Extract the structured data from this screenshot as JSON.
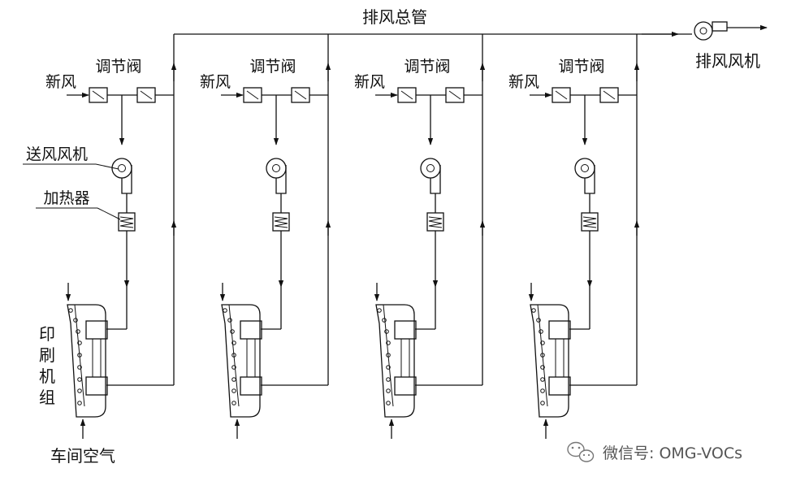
{
  "diagram": {
    "header_label": "排风总管",
    "exhaust_fan_label": "排风风机",
    "fresh_air_label": "新风",
    "valve_label": "调节阀",
    "supply_fan_label": "送风风机",
    "heater_label": "加热器",
    "press_unit_label": [
      "印",
      "刷",
      "机",
      "组"
    ],
    "workshop_air_label": "车间空气",
    "unit_count": 4
  },
  "watermark": {
    "icon": "wechat-icon",
    "text": "微信号: OMG-VOCs"
  },
  "colors": {
    "line": "#111111",
    "watermark": "#555555"
  }
}
